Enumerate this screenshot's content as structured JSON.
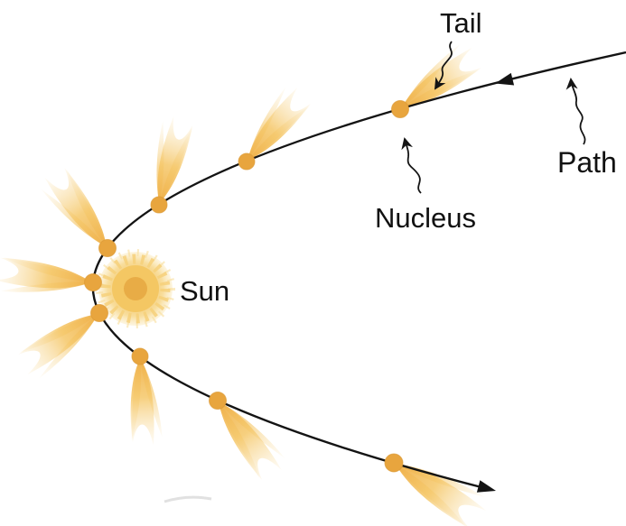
{
  "figure": {
    "labels": {
      "tail": "Tail",
      "nucleus": "Nucleus",
      "path": "Path",
      "sun": "Sun"
    },
    "colors": {
      "background": "#ffffff",
      "path_line": "#141414",
      "comet_tail": "#F2BC55",
      "comet_tail_faded": "#FAE8C0",
      "comet_nucleus": "#E8A53E",
      "sun_core": "#E7A843",
      "sun_mid": "#F4C763",
      "sun_glow": "#F9DF9E",
      "label_text": "#111111"
    }
  }
}
